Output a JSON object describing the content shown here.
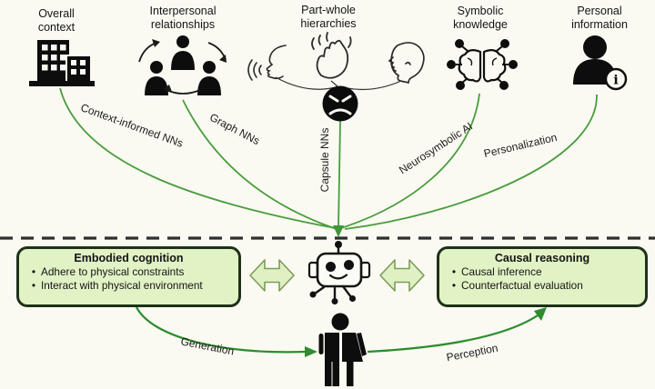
{
  "figure": {
    "description": "Knowledge sources feeding an AI agent via neural techniques, with embodied cognition and causal reasoning, human generation/perception loop"
  },
  "top_nodes": [
    {
      "label": "Overall context",
      "icon": "building-icon",
      "arrow_label": "Context-informed NNs"
    },
    {
      "label": "Interpersonal relationships",
      "icon": "people-cycle-icon",
      "arrow_label": "Graph NNs"
    },
    {
      "label": "Part-whole hierarchies",
      "icon": "face-hand-head-icons",
      "arrow_label": "Capsule NNs"
    },
    {
      "label": "Symbolic knowledge",
      "icon": "brain-network-icon",
      "arrow_label": "Neurosymbolic AI"
    },
    {
      "label": "Personal information",
      "icon": "person-info-icon",
      "arrow_label": "Personalization"
    }
  ],
  "boxes": {
    "left": {
      "title": "Embodied cognition",
      "bullets": [
        "Adhere to physical constraints",
        "Interact with physical environment"
      ]
    },
    "right": {
      "title": "Causal reasoning",
      "bullets": [
        "Causal inference",
        "Counterfactual evaluation"
      ]
    }
  },
  "bottom": {
    "generation_label": "Generation",
    "perception_label": "Perception"
  },
  "icons": {
    "center": "robot-icon",
    "bottom": "human-icon",
    "part_whole_hub": "angry-face-icon",
    "info_letter": "i"
  },
  "ui": {
    "bullet_char": "•"
  },
  "colors": {
    "background": "#fafaf2",
    "line_green": "#4a9c3d",
    "bottom_arrow_green": "#2e8c2e",
    "box_fill": "#e1f2c5",
    "box_border": "#20301a",
    "block_arrow_fill": "#dff0c3",
    "block_arrow_border": "#7d9c5b",
    "dashed_line": "#2f2f2f",
    "icon_black": "#0d0d0d"
  }
}
